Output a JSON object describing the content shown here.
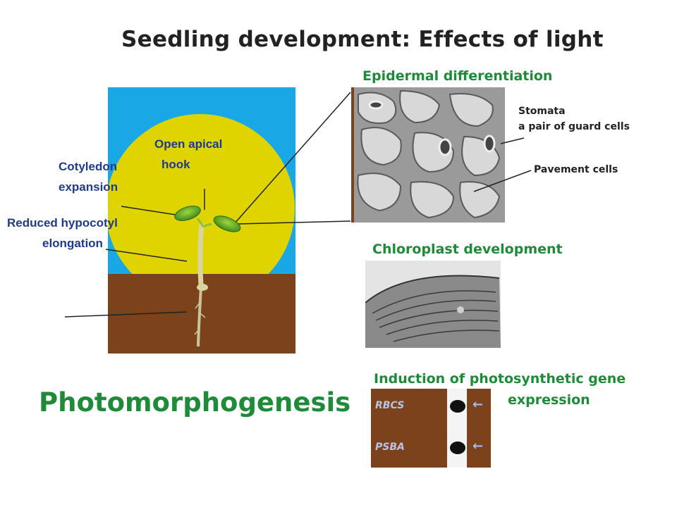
{
  "title": "Seedling development: Effects of light",
  "main_label": "Photomorphogenesis",
  "labels": {
    "apical_hook_line1": "Open apical",
    "apical_hook_line2": "hook",
    "cotyledon_line1": "Cotyledon",
    "cotyledon_line2": "expansion",
    "hypocotyl_line1": "Reduced hypocotyl",
    "hypocotyl_line2": "elongation"
  },
  "sections": {
    "epidermal": {
      "title": "Epidermal differentiation",
      "stomata_line1": "Stomata",
      "stomata_line2": "a pair of guard cells",
      "pavement": "Pavement cells"
    },
    "chloroplast": {
      "title": "Chloroplast development"
    },
    "gene": {
      "title_line1": "Induction of photosynthetic gene",
      "title_line2": "expression",
      "bands": [
        "RBCS",
        "PSBA"
      ]
    }
  },
  "colors": {
    "sky": "#1aa7e6",
    "sun": "#e0d400",
    "soil": "#7b421b",
    "heading_green": "#1f8a3a",
    "label_blue": "#1f3a8a"
  },
  "icons": {
    "blot_arrow": "arrow-left-icon"
  }
}
